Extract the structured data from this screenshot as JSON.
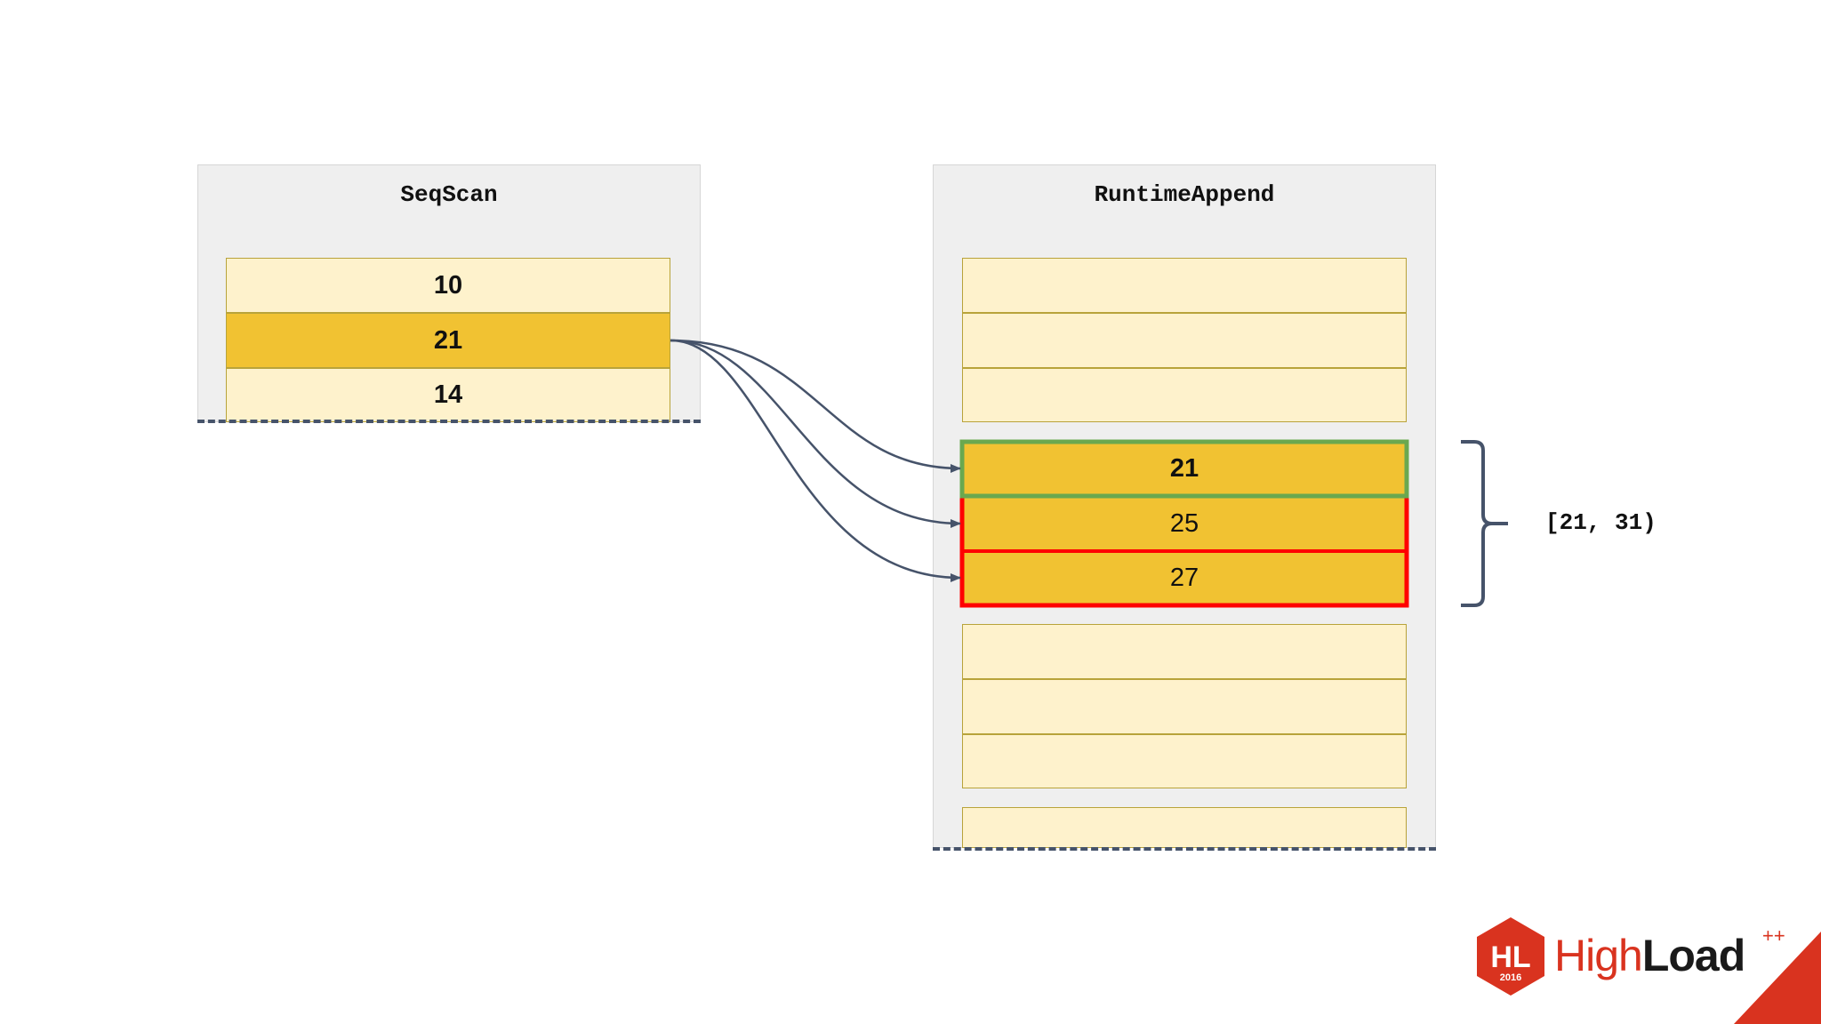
{
  "seqscan": {
    "title": "SeqScan",
    "rows": [
      "10",
      "21",
      "14"
    ]
  },
  "runtime_append": {
    "title": "RuntimeAppend",
    "matched_rows": [
      "21",
      "25",
      "27"
    ]
  },
  "range_label": "[21, 31)",
  "logo": {
    "badge_text": "HL",
    "year": "2016",
    "name_light": "High",
    "name_bold": "Load",
    "suffix": "++"
  },
  "colors": {
    "row_light": "#fef2cc",
    "row_highlight": "#f1c232",
    "match_border": "#6aa84f",
    "range_border": "#ff0000",
    "connector": "#46536a",
    "brand_red": "#d9331f"
  }
}
